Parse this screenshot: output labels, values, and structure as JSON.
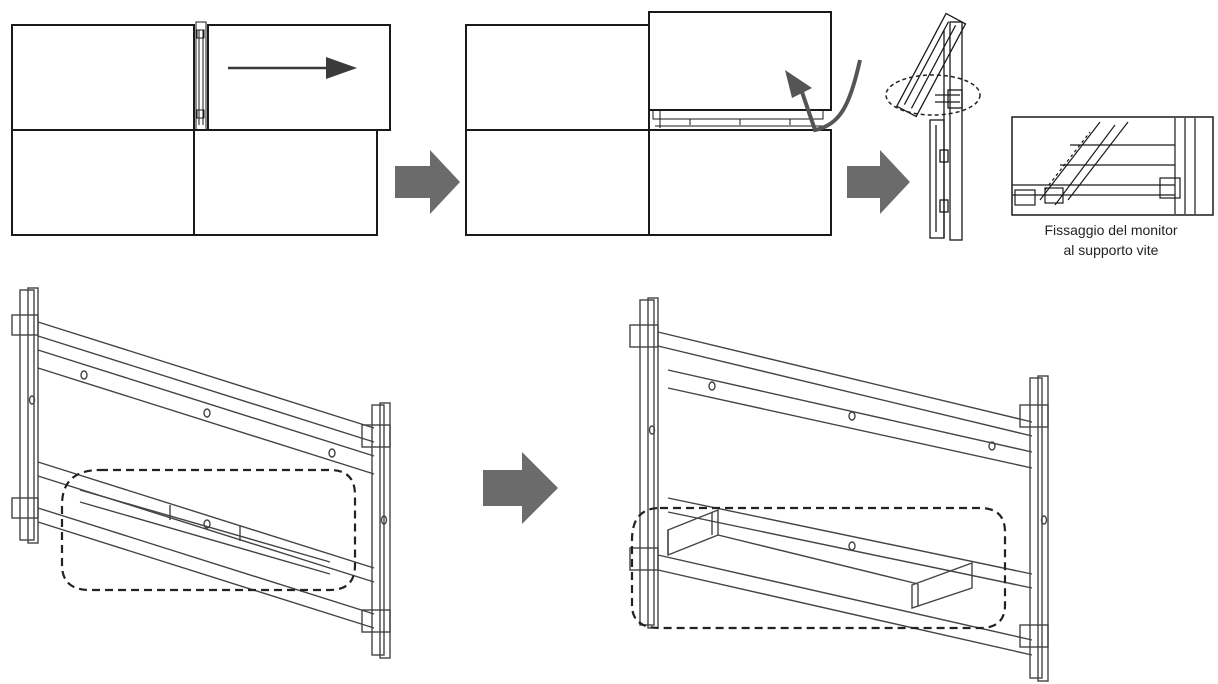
{
  "caption": {
    "line1": "Fissaggio del monitor",
    "line2": "al supporto vite"
  },
  "steps": [
    {
      "name": "slide-monitor-right",
      "icon": "arrow-right-icon"
    },
    {
      "name": "lift-monitor-up",
      "icon": "curved-arrow-up-icon"
    },
    {
      "name": "side-view-fixing",
      "icon": "dashed-highlight"
    },
    {
      "name": "bracket-before",
      "icon": "dashed-highlight"
    },
    {
      "name": "bracket-after",
      "icon": "dashed-highlight"
    }
  ],
  "colors": {
    "line": "#1a1a1a",
    "step_arrow": "#6b6b6b",
    "frame": "#444444",
    "highlight": "#222222"
  }
}
